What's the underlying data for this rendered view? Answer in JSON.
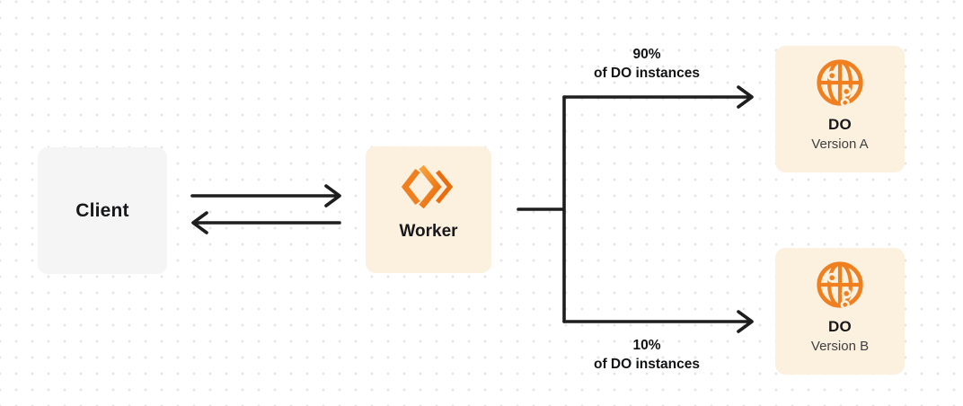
{
  "diagram": {
    "client": {
      "label": "Client"
    },
    "worker": {
      "label": "Worker"
    },
    "branch_top": {
      "percent": "90%",
      "caption": "of DO instances"
    },
    "branch_bottom": {
      "percent": "10%",
      "caption": "of DO instances"
    },
    "do_a": {
      "title": "DO",
      "subtitle": "Version A"
    },
    "do_b": {
      "title": "DO",
      "subtitle": "Version B"
    }
  },
  "icons": {
    "worker": "cloudflare-workers-chevrons-icon",
    "durable_object": "globe-icon"
  },
  "colors": {
    "orange": "#F0801F",
    "orange_light": "#F9A43B",
    "orange_dark": "#EA6E0F",
    "cream": "#FCF0DF",
    "client_bg": "#F5F5F6",
    "arrow": "#1E1E1E",
    "text": "#17181A",
    "muted_text": "#3F3F41",
    "dot_grid": "#E4E4E4"
  }
}
